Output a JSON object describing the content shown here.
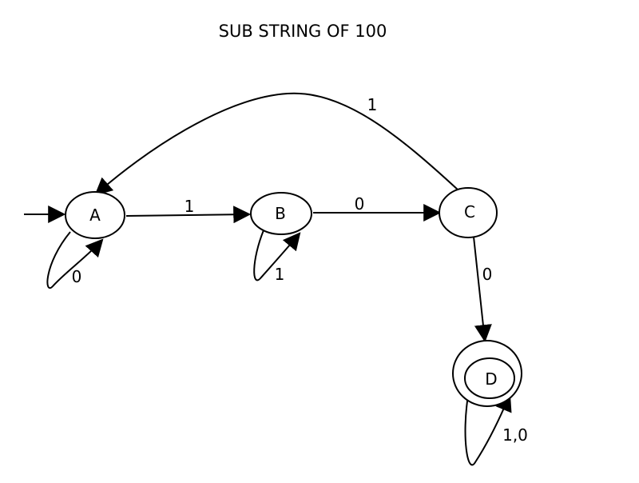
{
  "title": "SUB STRING OF 100",
  "colors": {
    "stroke": "#000000",
    "fill": "#ffffff",
    "text": "#000000"
  },
  "states": {
    "A": {
      "label": "A",
      "initial": true,
      "accepting": false
    },
    "B": {
      "label": "B",
      "initial": false,
      "accepting": false
    },
    "C": {
      "label": "C",
      "initial": false,
      "accepting": false
    },
    "D": {
      "label": "D",
      "initial": false,
      "accepting": true
    }
  },
  "transitions": {
    "a_loop": {
      "from": "A",
      "to": "A",
      "label": "0"
    },
    "a_to_b": {
      "from": "A",
      "to": "B",
      "label": "1"
    },
    "b_loop": {
      "from": "B",
      "to": "B",
      "label": "1"
    },
    "b_to_c": {
      "from": "B",
      "to": "C",
      "label": "0"
    },
    "c_to_a": {
      "from": "C",
      "to": "A",
      "label": "1"
    },
    "c_to_d": {
      "from": "C",
      "to": "D",
      "label": "0"
    },
    "d_loop": {
      "from": "D",
      "to": "D",
      "label": "1,0"
    }
  }
}
